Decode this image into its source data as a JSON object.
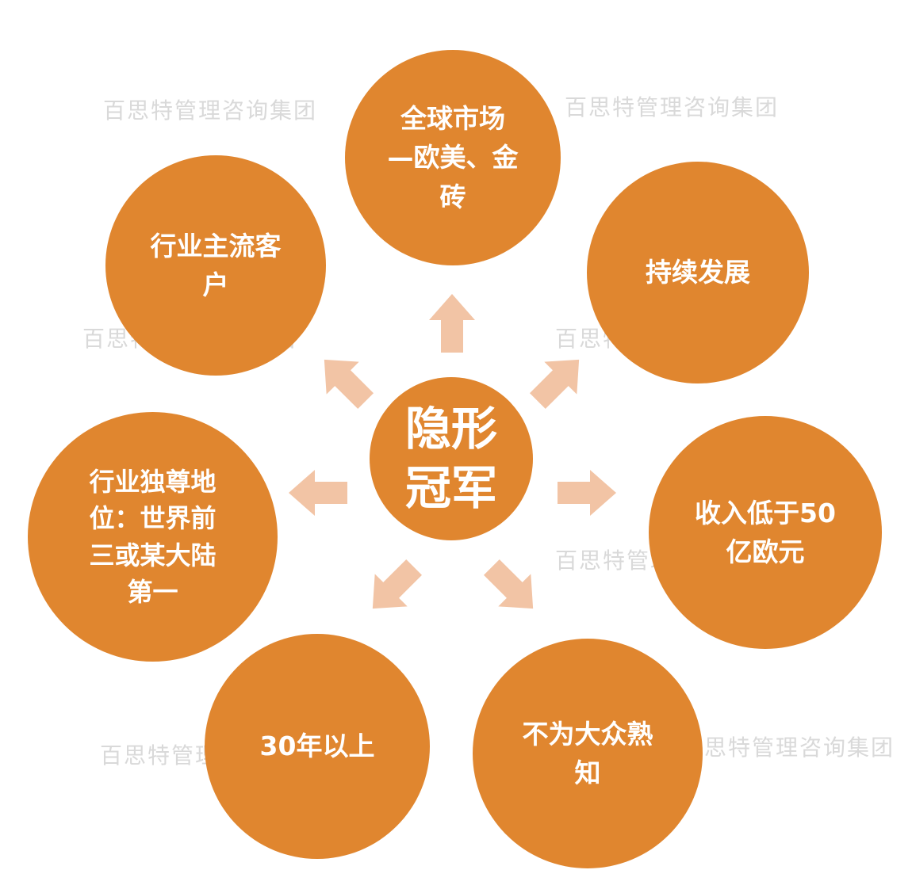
{
  "center": {
    "label": "隐形\n冠军"
  },
  "satellites": [
    {
      "name": "global-market",
      "label": "全球市场\n—欧美、金\n砖"
    },
    {
      "name": "mainstream-customers",
      "label": "行业主流客\n户"
    },
    {
      "name": "sustained-development",
      "label": "持续发展"
    },
    {
      "name": "industry-dominance",
      "label": "行业独尊地\n位：世界前\n三或某大陆\n第一"
    },
    {
      "name": "revenue-under-5b-euro",
      "label": "收入低于50\n亿欧元"
    },
    {
      "name": "over-30-years",
      "label": "30年以上"
    },
    {
      "name": "not-widely-known",
      "label": "不为大众熟\n知"
    }
  ],
  "watermark": {
    "text": "百思特管理咨询集团"
  },
  "colors": {
    "circle-fill": "#E0862F",
    "arrow-fill": "#F2C4A5",
    "label-text": "#FFFFFF",
    "watermark-text": "#D9D9D9",
    "background": "#FFFFFF"
  }
}
